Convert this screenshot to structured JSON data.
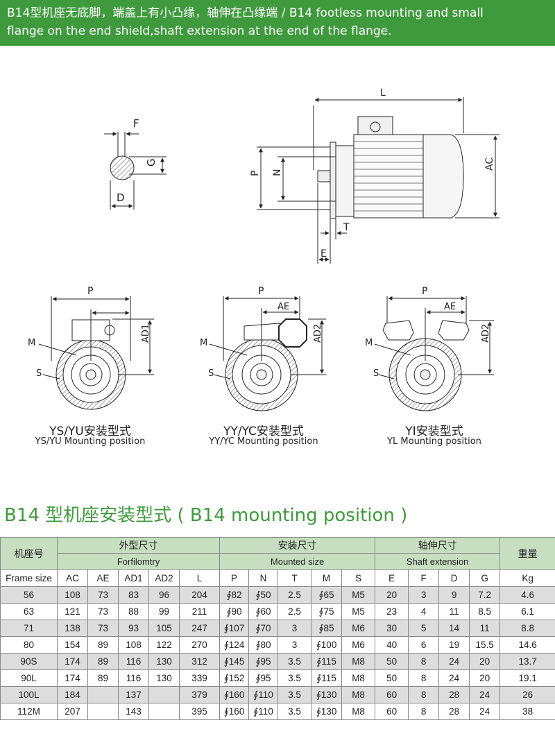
{
  "banner": {
    "line1": "B14型机座无底脚，端盖上有小凸缘，轴伸在凸缘端 / B14 footless mounting and small",
    "line2": "flange on the end shield,shaft extension at the end of the flange."
  },
  "shaft_labels": {
    "f": "F",
    "g": "G",
    "d": "D"
  },
  "side_labels": {
    "l": "L",
    "p": "P",
    "n": "N",
    "ac": "AC",
    "t": "T",
    "e": "E"
  },
  "front_labels": {
    "p": "P",
    "ae": "AE",
    "ad1": "AD1",
    "ad2": "AD2",
    "m": "M",
    "s": "S"
  },
  "positions": [
    {
      "cn": "YS/YU安装型式",
      "en": "YS/YU Mounting position"
    },
    {
      "cn": "YY/YC安装型式",
      "en": "YY/YC Mounting position"
    },
    {
      "cn": "YI安装型式",
      "en": "YL Mounting position"
    }
  ],
  "section_title": "B14 型机座安装型式 ( B14 mounting position )",
  "table": {
    "frame_cn": "机座号",
    "frame_en": "Frame size",
    "weight_cn": "重量",
    "weight_unit": "Kg",
    "groups": [
      {
        "cn": "外型尺寸",
        "en": "Forfilomtry"
      },
      {
        "cn": "安装尺寸",
        "en": "Mounted size"
      },
      {
        "cn": "轴伸尺寸",
        "en": "Shaft extension"
      }
    ],
    "columns": [
      "AC",
      "AE",
      "AD1",
      "AD2",
      "L",
      "P",
      "N",
      "T",
      "M",
      "S",
      "E",
      "F",
      "D",
      "G"
    ],
    "rows": [
      [
        "56",
        "108",
        "73",
        "83",
        "96",
        "204",
        "∮82",
        "∮50",
        "2.5",
        "∮65",
        "M5",
        "20",
        "3",
        "9",
        "7.2",
        "4.6"
      ],
      [
        "63",
        "121",
        "73",
        "88",
        "99",
        "211",
        "∮90",
        "∮60",
        "2.5",
        "∮75",
        "M5",
        "23",
        "4",
        "11",
        "8.5",
        "6.1"
      ],
      [
        "71",
        "138",
        "73",
        "93",
        "105",
        "247",
        "∮107",
        "∮70",
        "3",
        "∮85",
        "M6",
        "30",
        "5",
        "14",
        "11",
        "8.8"
      ],
      [
        "80",
        "154",
        "89",
        "108",
        "122",
        "270",
        "∮124",
        "∮80",
        "3",
        "∮100",
        "M6",
        "40",
        "6",
        "19",
        "15.5",
        "14.6"
      ],
      [
        "90S",
        "174",
        "89",
        "116",
        "130",
        "312",
        "∮145",
        "∮95",
        "3.5",
        "∮115",
        "M8",
        "50",
        "8",
        "24",
        "20",
        "13.7"
      ],
      [
        "90L",
        "174",
        "89",
        "116",
        "130",
        "339",
        "∮152",
        "∮95",
        "3.5",
        "∮115",
        "M8",
        "50",
        "8",
        "24",
        "20",
        "19.1"
      ],
      [
        "100L",
        "184",
        "",
        "137",
        "",
        "379",
        "∮160",
        "∮110",
        "3.5",
        "∮130",
        "M8",
        "60",
        "8",
        "28",
        "24",
        "26"
      ],
      [
        "112M",
        "207",
        "",
        "143",
        "",
        "395",
        "∮160",
        "∮110",
        "3.5",
        "∮130",
        "M8",
        "60",
        "8",
        "28",
        "24",
        "38"
      ]
    ]
  }
}
